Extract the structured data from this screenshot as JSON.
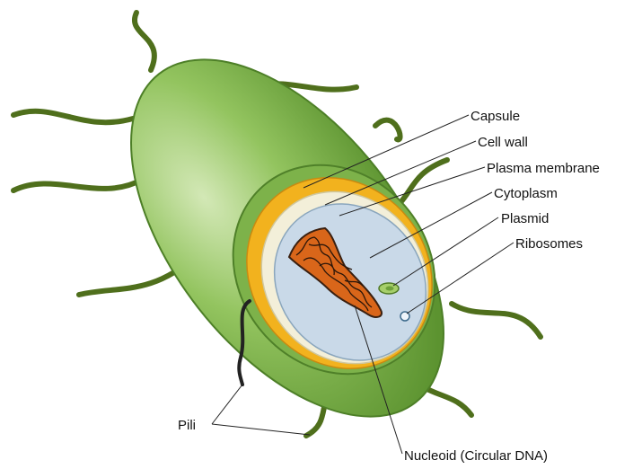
{
  "labels": {
    "capsule": "Capsule",
    "cell_wall": "Cell wall",
    "plasma_membrane": "Plasma membrane",
    "cytoplasm": "Cytoplasm",
    "plasmid": "Plasmid",
    "ribosomes": "Ribosomes",
    "pili": "Pili",
    "nucleoid": "Nucleoid (Circular DNA)"
  },
  "colors": {
    "capsule": "#6aa23e",
    "capsule_light": "#c7e0a8",
    "cell_wall": "#f2b21e",
    "plasma_membrane": "#f3efd9",
    "cytoplasm": "#c9d9e8",
    "nucleoid": "#d9661a",
    "pili": "#4f6f1c",
    "plasmid": "#a6cf6a"
  }
}
